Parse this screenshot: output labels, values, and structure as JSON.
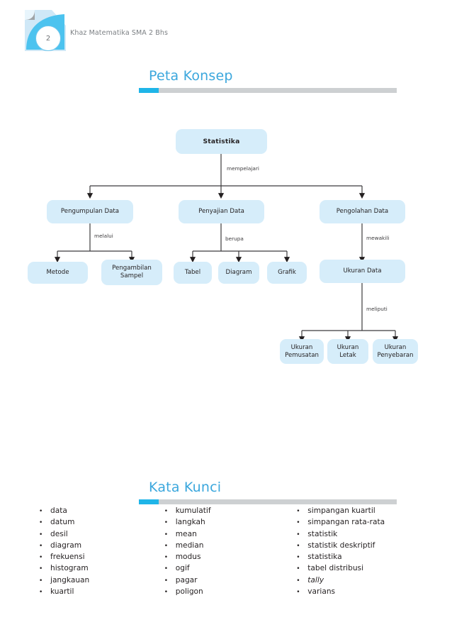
{
  "header": {
    "page_number": "2",
    "running_title": "Khaz Matematika SMA 2 Bhs",
    "corner_icon": "page-curl-icon"
  },
  "sections": {
    "concept_map": {
      "title": "Peta Konsep"
    },
    "keywords": {
      "title": "Kata Kunci"
    }
  },
  "colors": {
    "accent": "#1fb5e8",
    "heading_text": "#3ba7dd",
    "node_fill": "#d6edfa",
    "rule_gray": "#cdd0d2",
    "connector": "#3c3b3d"
  },
  "concept_map": {
    "nodes": {
      "root": "Statistika",
      "pengumpulan": "Pengumpulan Data",
      "penyajian": "Penyajian Data",
      "pengolahan": "Pengolahan Data",
      "metode": "Metode",
      "pengambilan_sampel": "Pengambilan Sampel",
      "tabel": "Tabel",
      "diagram": "Diagram",
      "grafik": "Grafik",
      "ukuran_data": "Ukuran Data",
      "ukuran_pemusatan": "Ukuran Pemusatan",
      "ukuran_letak": "Ukuran Letak",
      "ukuran_penyebaran": "Ukuran Penyebaran"
    },
    "edge_labels": {
      "mempelajari": "mempelajari",
      "melalui": "melalui",
      "berupa": "berupa",
      "mewakili": "mewakili",
      "meliputi": "meliputi"
    }
  },
  "keywords": {
    "columns": [
      [
        "data",
        "datum",
        "desil",
        "diagram",
        "frekuensi",
        "histogram",
        "jangkauan",
        "kuartil"
      ],
      [
        "kumulatif",
        "langkah",
        "mean",
        "median",
        "modus",
        "ogif",
        "pagar",
        "poligon"
      ],
      [
        "simpangan kuartil",
        "simpangan rata-rata",
        "statistik",
        "statistik deskriptif",
        "statistika",
        "tabel distribusi",
        "tally",
        "varians"
      ]
    ],
    "italic_terms": [
      "tally"
    ],
    "bullet": "•"
  }
}
